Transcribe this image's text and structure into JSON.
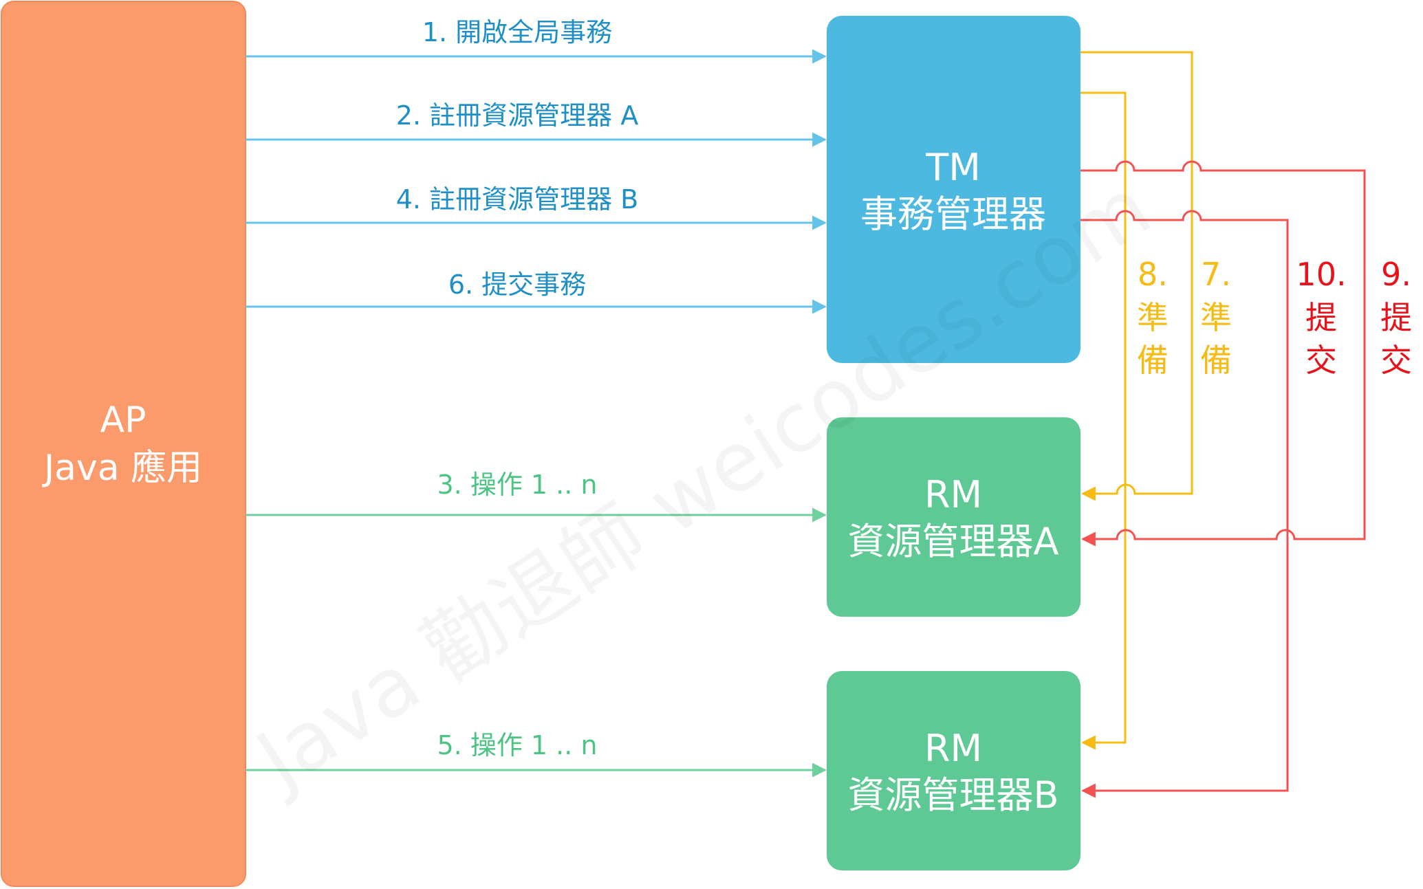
{
  "watermark": "Java 勸退師 weicodes.com",
  "colors": {
    "app_box": "#fb9b6b",
    "app_box_border": "#f2895a",
    "tm_box": "#4db8e0",
    "rm_box": "#5ec994",
    "blue_arrow": "#64c3e8",
    "blue_text": "#1e8fc7",
    "green_arrow": "#6fd19d",
    "green_text": "#4cc483",
    "prepare": "#f7bb16",
    "commit": "#f25252",
    "commit_text": "#e8121b"
  },
  "boxes": {
    "app": {
      "line1": "AP",
      "line2": "Java 應用"
    },
    "tm": {
      "line1": "TM",
      "line2": "事務管理器"
    },
    "rm_a": {
      "line1": "RM",
      "line2": "資源管理器A"
    },
    "rm_b": {
      "line1": "RM",
      "line2": "資源管理器B"
    }
  },
  "calls": {
    "begin": "1. 開啟全局事務",
    "register_a": "2. 註冊資源管理器 A",
    "register_b": "4. 註冊資源管理器 B",
    "commit_tx": "6. 提交事務",
    "op_a": "3. 操作 1 .. n",
    "op_b": "5. 操作 1 .. n"
  },
  "phases": {
    "prepare_b": {
      "num": "8.",
      "c1": "準",
      "c2": "備"
    },
    "prepare_a": {
      "num": "7.",
      "c1": "準",
      "c2": "備"
    },
    "commit_b": {
      "num": "10.",
      "c1": "提",
      "c2": "交"
    },
    "commit_a": {
      "num": "9.",
      "c1": "提",
      "c2": "交"
    }
  }
}
